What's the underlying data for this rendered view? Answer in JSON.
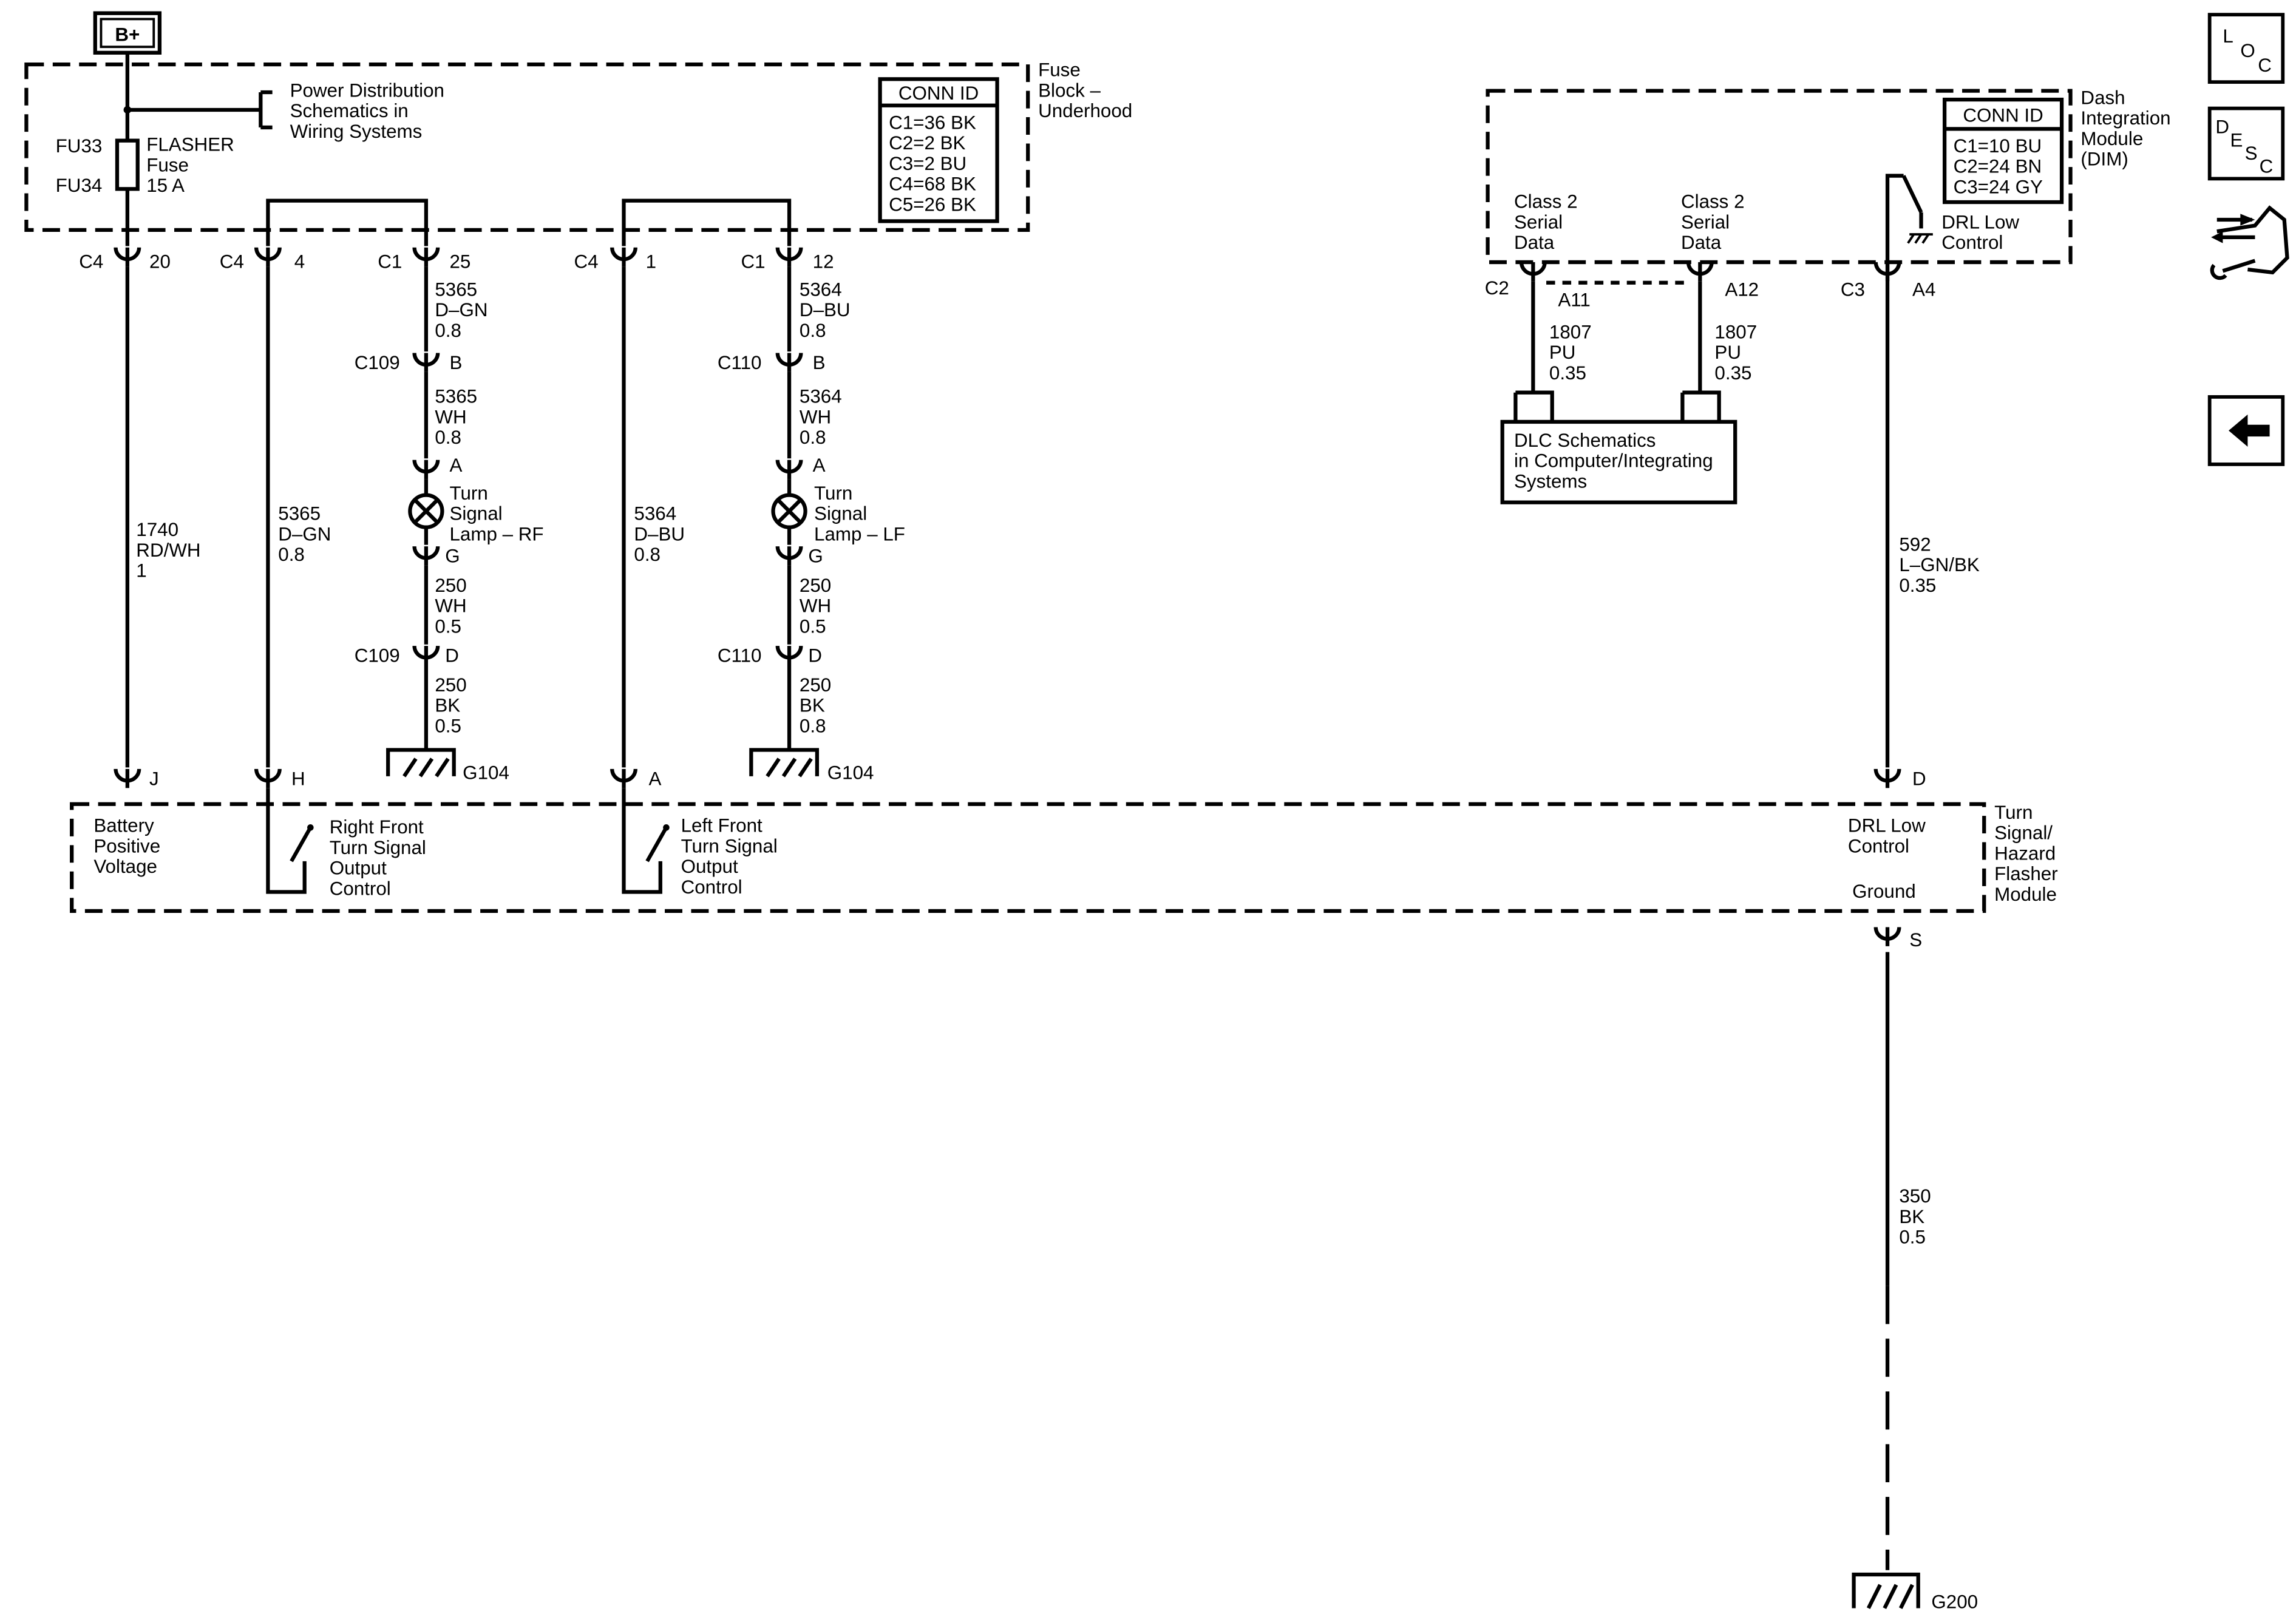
{
  "battery": {
    "label": "B+"
  },
  "fuse_block": {
    "name": [
      "Fuse",
      "Block –",
      "Underhood"
    ],
    "power_ref": [
      "Power Distribution",
      "Schematics in",
      "Wiring Systems"
    ],
    "fuse_ids": [
      "FU33",
      "FU34"
    ],
    "fuse_desc": [
      "FLASHER",
      "Fuse",
      "15 A"
    ],
    "conn_id": {
      "title": "CONN ID",
      "rows": [
        "C1=36 BK",
        "C2=2 BK",
        "C3=2 BU",
        "C4=68 BK",
        "C5=26 BK"
      ]
    }
  },
  "dim": {
    "name": [
      "Dash",
      "Integration",
      "Module",
      "(DIM)"
    ],
    "conn_id": {
      "title": "CONN ID",
      "rows": [
        "C1=10 BU",
        "C2=24 BN",
        "C3=24 GY"
      ]
    },
    "serial_a": [
      "Class 2",
      "Serial",
      "Data"
    ],
    "serial_b": [
      "Class 2",
      "Serial",
      "Data"
    ],
    "drl": [
      "DRL Low",
      "Control"
    ]
  },
  "connectors": {
    "c4_20": [
      "C4",
      "20"
    ],
    "c4_4": [
      "C4",
      "4"
    ],
    "c1_25": [
      "C1",
      "25"
    ],
    "c4_1": [
      "C4",
      "1"
    ],
    "c1_12": [
      "C1",
      "12"
    ],
    "c2_a11": [
      "C2",
      "A11"
    ],
    "a12": "A12",
    "c3_a4": [
      "C3",
      "A4"
    ],
    "c109_b": [
      "C109",
      "B"
    ],
    "c109_d": [
      "C109",
      "D"
    ],
    "c110_b": [
      "C110",
      "B"
    ],
    "c110_d": [
      "C110",
      "D"
    ],
    "lamp_rf_a": "A",
    "lamp_rf_g": "G",
    "lamp_lf_a": "A",
    "lamp_lf_g": "G",
    "pin_j": "J",
    "pin_h": "H",
    "pin_a": "A",
    "pin_d": "D",
    "pin_s": "S"
  },
  "wires": {
    "w1740": [
      "1740",
      "RD/WH",
      "1"
    ],
    "w5365_left": [
      "5365",
      "D–GN",
      "0.8"
    ],
    "w5365_top": [
      "5365",
      "D–GN",
      "0.8"
    ],
    "w5365_wh": [
      "5365",
      "WH",
      "0.8"
    ],
    "w250_rf_wh": [
      "250",
      "WH",
      "0.5"
    ],
    "w250_rf_bk": [
      "250",
      "BK",
      "0.5"
    ],
    "w5364_left": [
      "5364",
      "D–BU",
      "0.8"
    ],
    "w5364_top": [
      "5364",
      "D–BU",
      "0.8"
    ],
    "w5364_wh": [
      "5364",
      "WH",
      "0.8"
    ],
    "w250_lf_wh": [
      "250",
      "WH",
      "0.5"
    ],
    "w250_lf_bk": [
      "250",
      "BK",
      "0.8"
    ],
    "w1807_a": [
      "1807",
      "PU",
      "0.35"
    ],
    "w1807_b": [
      "1807",
      "PU",
      "0.35"
    ],
    "w592": [
      "592",
      "L–GN/BK",
      "0.35"
    ],
    "w350": [
      "350",
      "BK",
      "0.5"
    ]
  },
  "lamps": {
    "rf": [
      "Turn",
      "Signal",
      "Lamp – RF"
    ],
    "lf": [
      "Turn",
      "Signal",
      "Lamp – LF"
    ]
  },
  "grounds": {
    "g104_rf": "G104",
    "g104_lf": "G104",
    "g200": "G200"
  },
  "dlc": [
    "DLC Schematics",
    "in Computer/Integrating",
    "Systems"
  ],
  "flasher_module": {
    "name": [
      "Turn",
      "Signal/",
      "Hazard",
      "Flasher",
      "Module"
    ],
    "battery": [
      "Battery",
      "Positive",
      "Voltage"
    ],
    "rf_out": [
      "Right Front",
      "Turn Signal",
      "Output",
      "Control"
    ],
    "lf_out": [
      "Left Front",
      "Turn Signal",
      "Output",
      "Control"
    ],
    "drl": [
      "DRL Low",
      "Control"
    ],
    "ground": "Ground"
  },
  "nav": {
    "loc": [
      "L",
      "O",
      "C"
    ],
    "desc": [
      "D",
      "E",
      "S",
      "C"
    ],
    "connector_icon": "connector-tool-icon",
    "back_icon": "back-arrow-icon"
  }
}
